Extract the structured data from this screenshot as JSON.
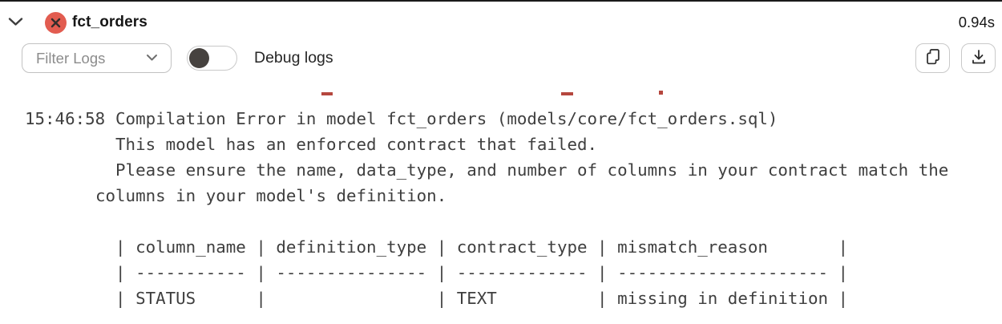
{
  "header": {
    "collapse_icon": "chevron-down",
    "status_icon": "error-circle-x",
    "title": "fct_orders",
    "duration": "0.94s"
  },
  "toolbar": {
    "filter_dropdown": {
      "label": "Filter Logs",
      "icon": "chevron-down"
    },
    "debug_toggle": {
      "label": "Debug logs",
      "state": "off"
    },
    "copy_button": {
      "icon": "copy"
    },
    "download_button": {
      "icon": "download"
    }
  },
  "log": {
    "timestamp": "15:46:58",
    "message_lines": [
      "  Compilation Error in model fct_orders (models/core/fct_orders.sql)",
      "  This model has an enforced contract that failed.",
      "  Please ensure the name, data_type, and number of columns in your contract match the",
      "columns in your model's definition.",
      "",
      "  | column_name | definition_type | contract_type | mismatch_reason       |",
      "  | ----------- | --------------- | ------------- | --------------------- |",
      "  | STATUS      |                 | TEXT          | missing in definition |"
    ],
    "contract_table": {
      "columns": [
        "column_name",
        "definition_type",
        "contract_type",
        "mismatch_reason"
      ],
      "rows": [
        {
          "column_name": "STATUS",
          "definition_type": "",
          "contract_type": "TEXT",
          "mismatch_reason": "missing in definition"
        }
      ]
    }
  },
  "colors": {
    "error_red": "#e25c50",
    "clipped_text_red": "#b5473e",
    "log_text": "#3f3f3f",
    "title_text": "#161616",
    "muted_text": "#8c8c8c",
    "border": "#c9c9c9",
    "toggle_knob": "#46423f",
    "top_border": "#1a1a1a"
  }
}
